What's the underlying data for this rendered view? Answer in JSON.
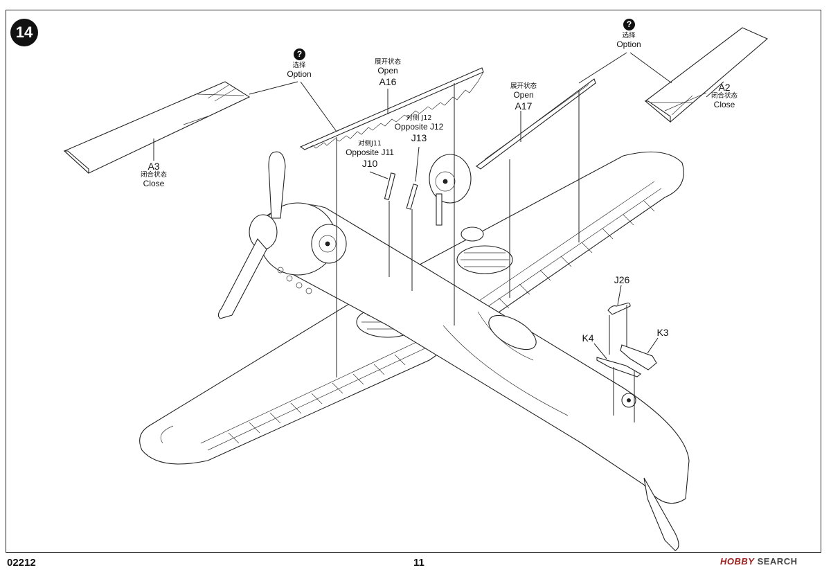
{
  "step": {
    "number": "14"
  },
  "footer": {
    "product_code": "02212",
    "page_number": "11"
  },
  "watermark": {
    "logo": "HOBBY",
    "text": "SEARCH"
  },
  "callouts": {
    "option_left": {
      "cn": "选择",
      "en": "Option",
      "mark": "?"
    },
    "option_right": {
      "cn": "选择",
      "en": "Option",
      "mark": "?"
    },
    "a3": {
      "part": "A3",
      "cn": "闭合状态",
      "en": "Close"
    },
    "a2": {
      "part": "A2",
      "cn": "闭合状态",
      "en": "Close"
    },
    "a16": {
      "cn": "展开状态",
      "en": "Open",
      "part": "A16"
    },
    "a17": {
      "cn": "展开状态",
      "en": "Open",
      "part": "A17"
    },
    "j12_13": {
      "cn": "对侧 J12",
      "en": "Opposite J12",
      "part": "J13"
    },
    "j11_10": {
      "cn": "对侧J11",
      "en": "Opposite J11",
      "part": "J10"
    },
    "j26": {
      "part": "J26"
    },
    "k4": {
      "part": "K4"
    },
    "k3": {
      "part": "K3"
    }
  },
  "colors": {
    "ink": "#111111",
    "paper": "#ffffff"
  }
}
